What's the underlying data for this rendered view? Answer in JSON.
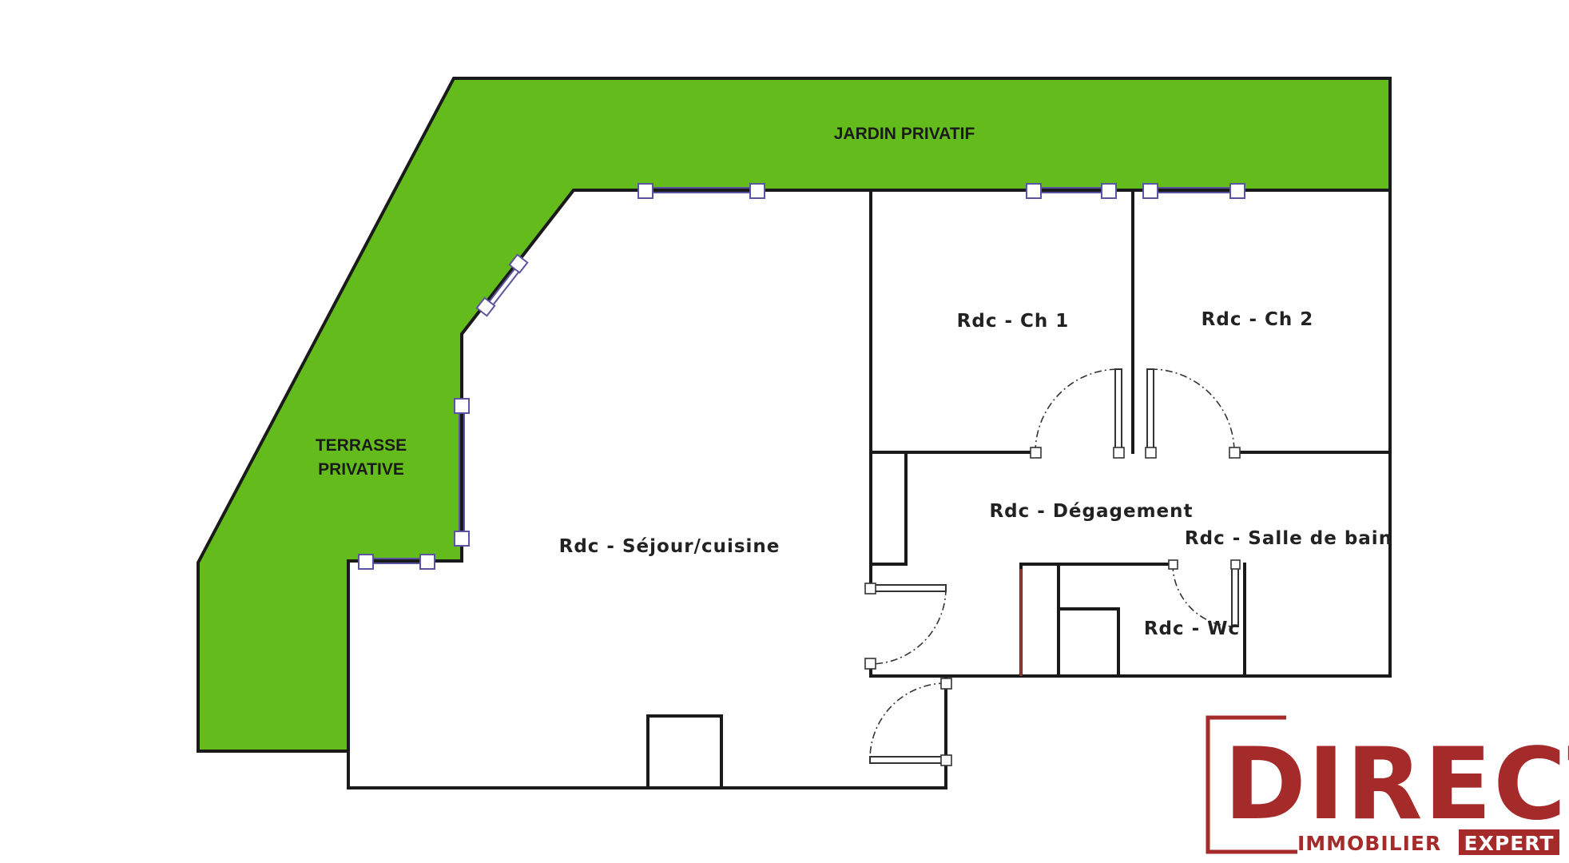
{
  "colors": {
    "garden_green": "#64bc1c",
    "wall": "#1a1a1a",
    "window": "#5a55a0",
    "brand_red": "#a52a2a"
  },
  "zones": {
    "jardin": "JARDIN PRIVATIF",
    "terrasse_line1": "TERRASSE",
    "terrasse_line2": "PRIVATIVE"
  },
  "rooms": {
    "ch1": "Rdc - Ch 1",
    "ch2": "Rdc - Ch 2",
    "degagement": "Rdc - Dégagement",
    "salle_de_bain": "Rdc - Salle de bain",
    "sejour": "Rdc - Séjour/cuisine",
    "wc": "Rdc - Wc"
  },
  "logo": {
    "word": "DIRECT",
    "sub": "IMMOBILIER",
    "expert": "EXPERT"
  }
}
